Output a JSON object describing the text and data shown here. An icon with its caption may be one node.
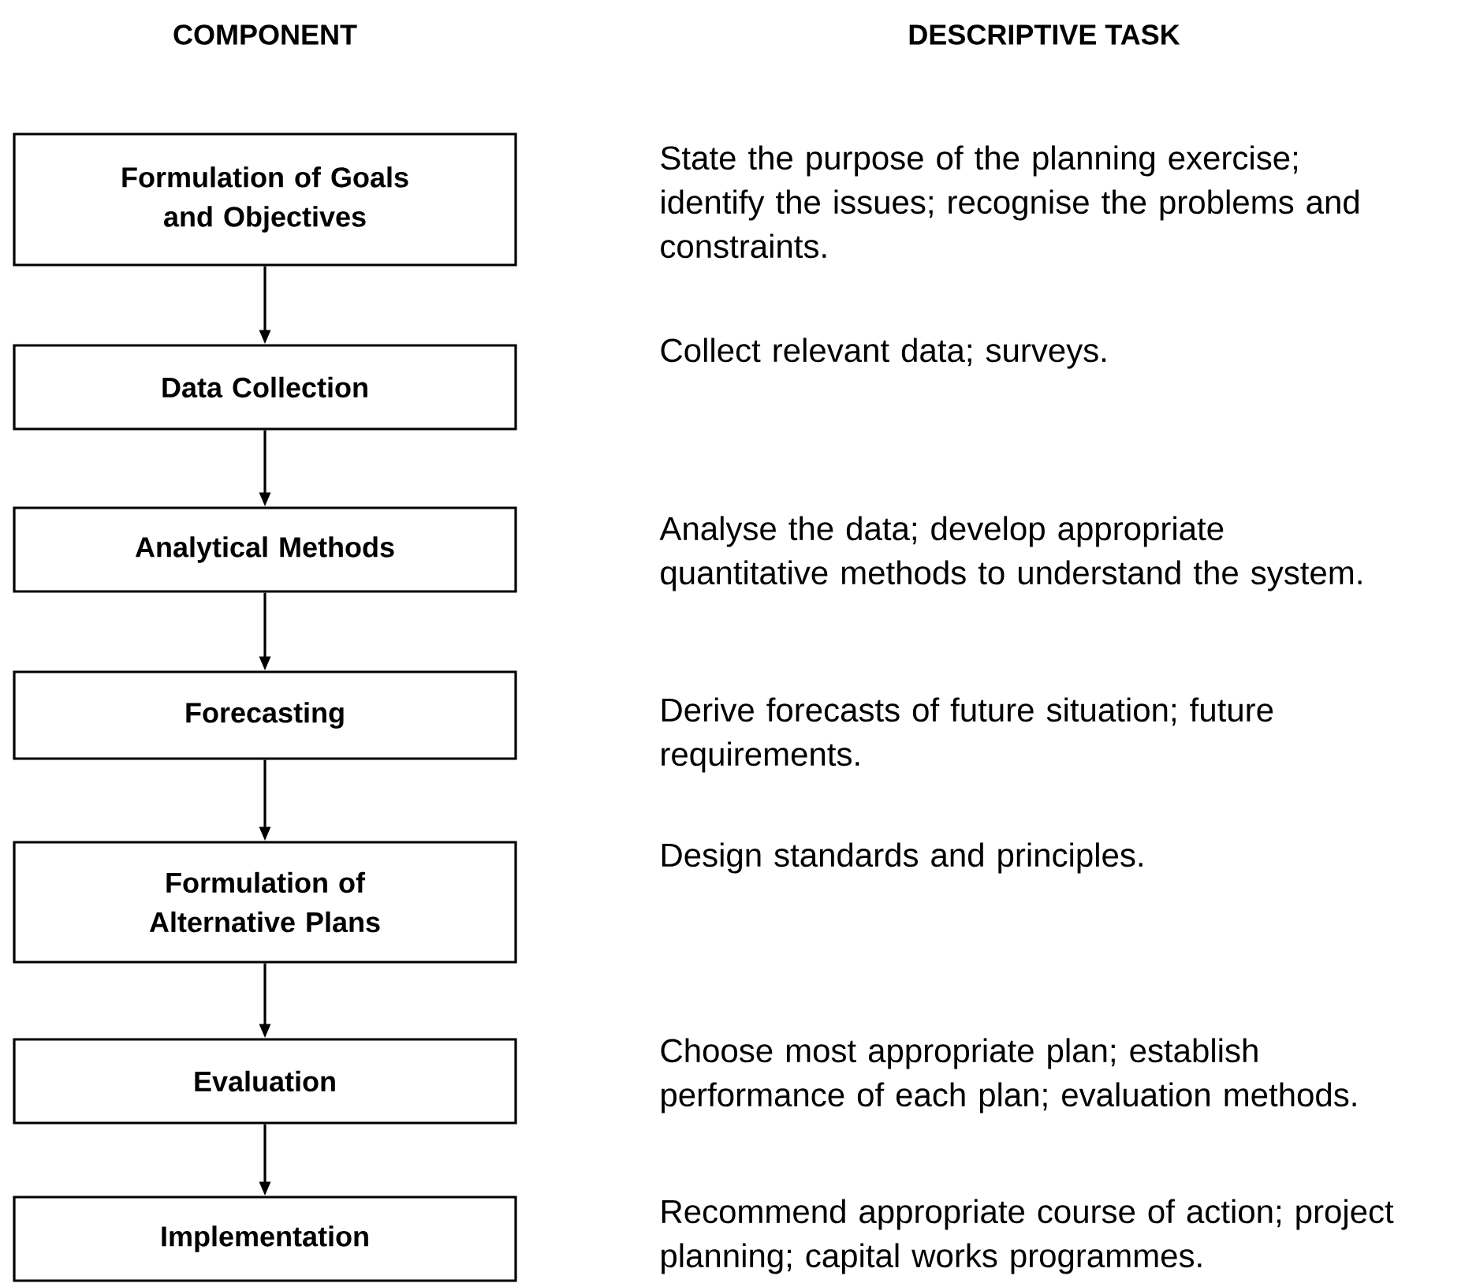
{
  "diagram": {
    "nodes": [
      {
        "text": [
          "Formulation of Goals and Objectives"
        ]
      },
      {
        "text": [
          "Data Collection"
        ]
      },
      {
        "text": [
          "Analytical Methods"
        ]
      },
      {
        "text": [
          "Forecasting"
        ]
      },
      {
        "text": [
          "Formulation of Alternative Plans"
        ]
      },
      {
        "text": [
          "Evaluation"
        ]
      },
      {
        "text": [
          "Implementation"
        ]
      }
    ],
    "edges": [
      {
        "from": 0,
        "to": 1,
        "arrow": "to"
      },
      {
        "from": 1,
        "to": 2,
        "arrow": "to"
      },
      {
        "from": 2,
        "to": 3,
        "arrow": "to"
      },
      {
        "from": 3,
        "to": 4,
        "arrow": "to"
      },
      {
        "from": 4,
        "to": 5,
        "arrow": "to"
      },
      {
        "from": 5,
        "to": 6,
        "arrow": "to"
      }
    ],
    "labels": [
      "COMPONENT",
      "DESCRIPTIVE TASK",
      "State the purpose of the planning exercise; identify the issues; recognise the problems and constraints.",
      "Collect relevant data; surveys.",
      "Analyse the data; develop appropriate quantitative methods to understand the system.",
      "Derive forecasts of future situation; future requirements.",
      "Design standards and principles.",
      "Choose most appropriate plan; establish performance of each plan; evaluation methods.",
      "Recommend appropriate course of action; project planning; capital works programmes."
    ]
  }
}
